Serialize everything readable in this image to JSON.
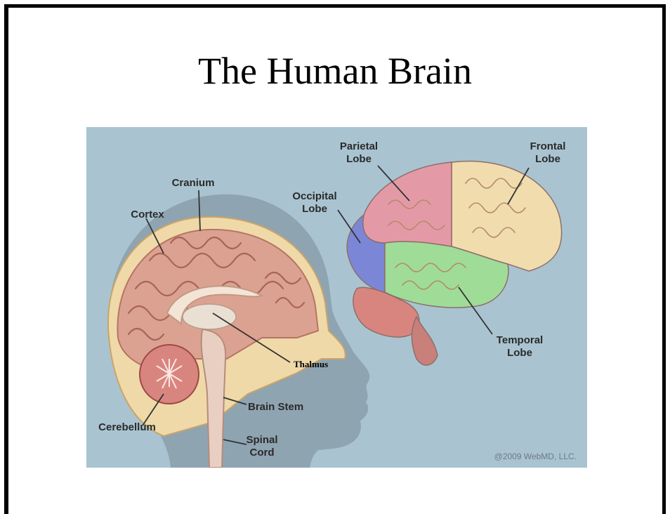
{
  "slide": {
    "title": "The Human Brain"
  },
  "figure": {
    "labels": {
      "cranium": "Cranium",
      "cortex": "Cortex",
      "thalmus": "Thalmus",
      "cerebellum": "Cerebellum",
      "brain_stem": "Brain Stem",
      "spinal_line1": "Spinal",
      "spinal_line2": "Cord",
      "parietal_line1": "Parietal",
      "parietal_line2": "Lobe",
      "frontal_line1": "Frontal",
      "frontal_line2": "Lobe",
      "occipital_line1": "Occipital",
      "occipital_line2": "Lobe",
      "temporal_line1": "Temporal",
      "temporal_line2": "Lobe"
    },
    "copyright": "@2009 WebMD, LLC.",
    "colors": {
      "background": "#a9c4d0",
      "head_silhouette": "#8fa4b1",
      "skull": "#efd9a8",
      "cortex": "#dca291",
      "parietal": "#e49aa6",
      "frontal": "#f1dcae",
      "occipital": "#7b87d6",
      "temporal": "#9fdc98",
      "cerebellum": "#d9857f"
    }
  }
}
